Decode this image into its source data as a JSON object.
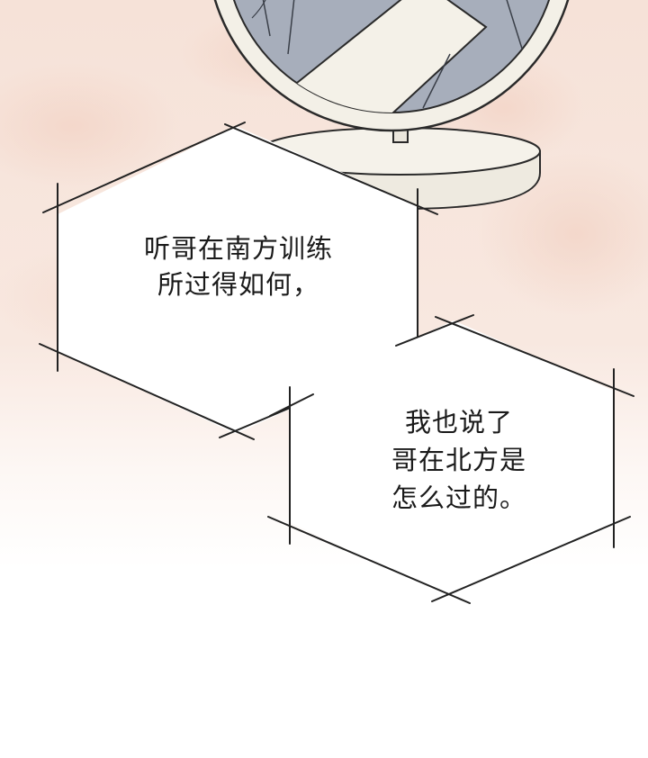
{
  "colors": {
    "background_top": "#f7e4db",
    "background_bottom": "#ffffff",
    "mirror_frame": "#f2efe6",
    "mirror_glass": "#a9b0bd",
    "bubble_fill": "#ffffff",
    "bubble_stroke": "#222222",
    "text": "#1a1a1a"
  },
  "bubbles": [
    {
      "lines": [
        "听哥在南方训练",
        "所过得如何，"
      ]
    },
    {
      "lines": [
        "我也说了",
        "哥在北方是",
        "怎么过的。"
      ]
    }
  ]
}
